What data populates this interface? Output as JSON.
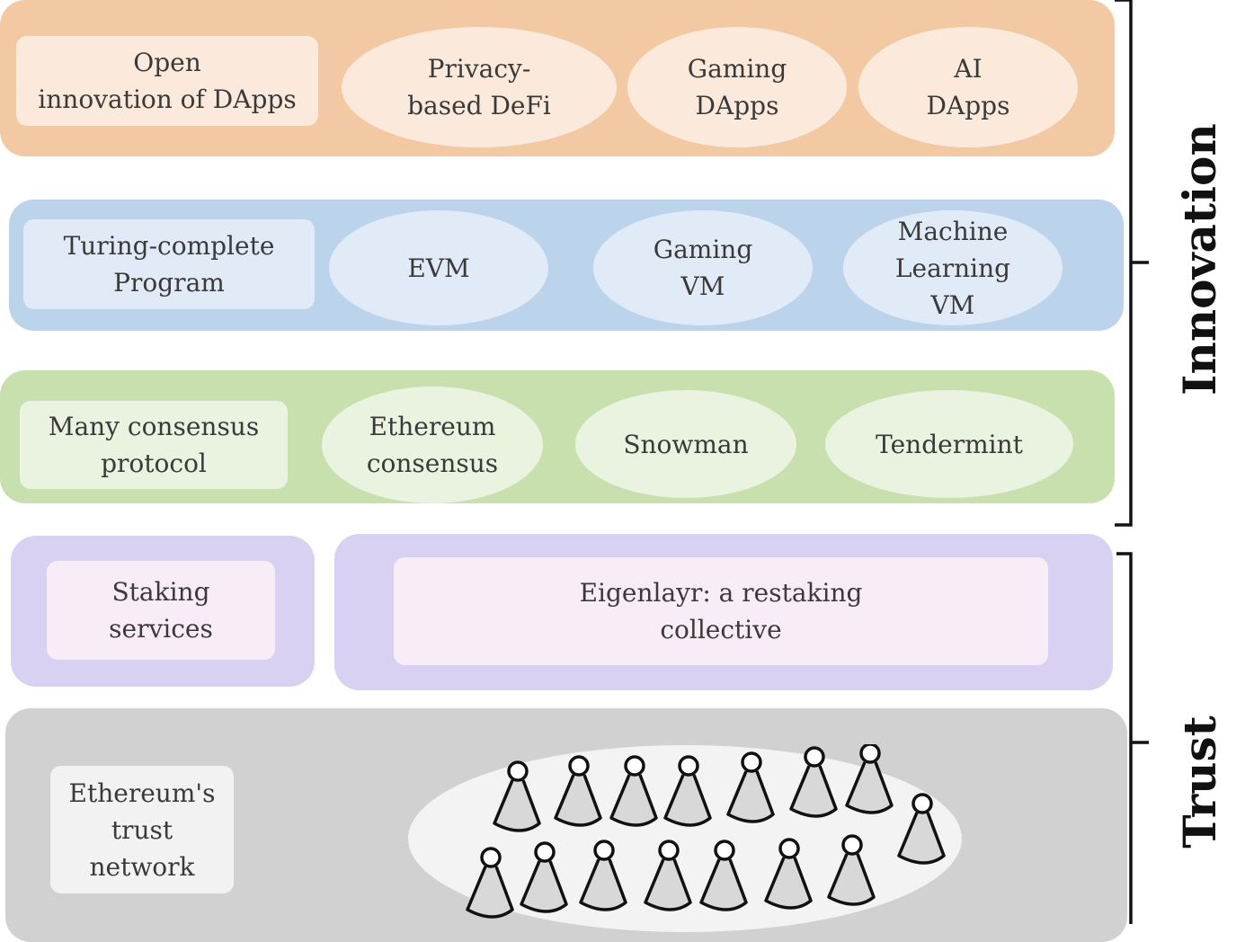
{
  "innovation_label": "Innovation",
  "trust_label": "Trust",
  "layers": {
    "dapps": {
      "box": "Open\ninnovation of DApps",
      "items": [
        "Privacy-\nbased DeFi",
        "Gaming\nDApps",
        "AI\nDApps"
      ]
    },
    "vm": {
      "box": "Turing-complete\nProgram",
      "items": [
        "EVM",
        "Gaming\nVM",
        "Machine\nLearning\nVM"
      ]
    },
    "consensus": {
      "box": "Many consensus\nprotocol",
      "items": [
        "Ethereum\nconsensus",
        "Snowman",
        "Tendermint"
      ]
    },
    "staking": {
      "box": "Staking\nservices"
    },
    "eigen": {
      "box": "Eigenlayr: a restaking\ncollective"
    },
    "trust": {
      "box": "Ethereum's\ntrust\nnetwork"
    }
  },
  "colors": {
    "dapps": "#f2c9a2",
    "vm": "#bcd3ec",
    "consensus": "#c8dfae",
    "restaking": "#d9d1f2",
    "trust": "#d1d1d1"
  },
  "icons": [
    "person-icon",
    "bracket-icon"
  ]
}
